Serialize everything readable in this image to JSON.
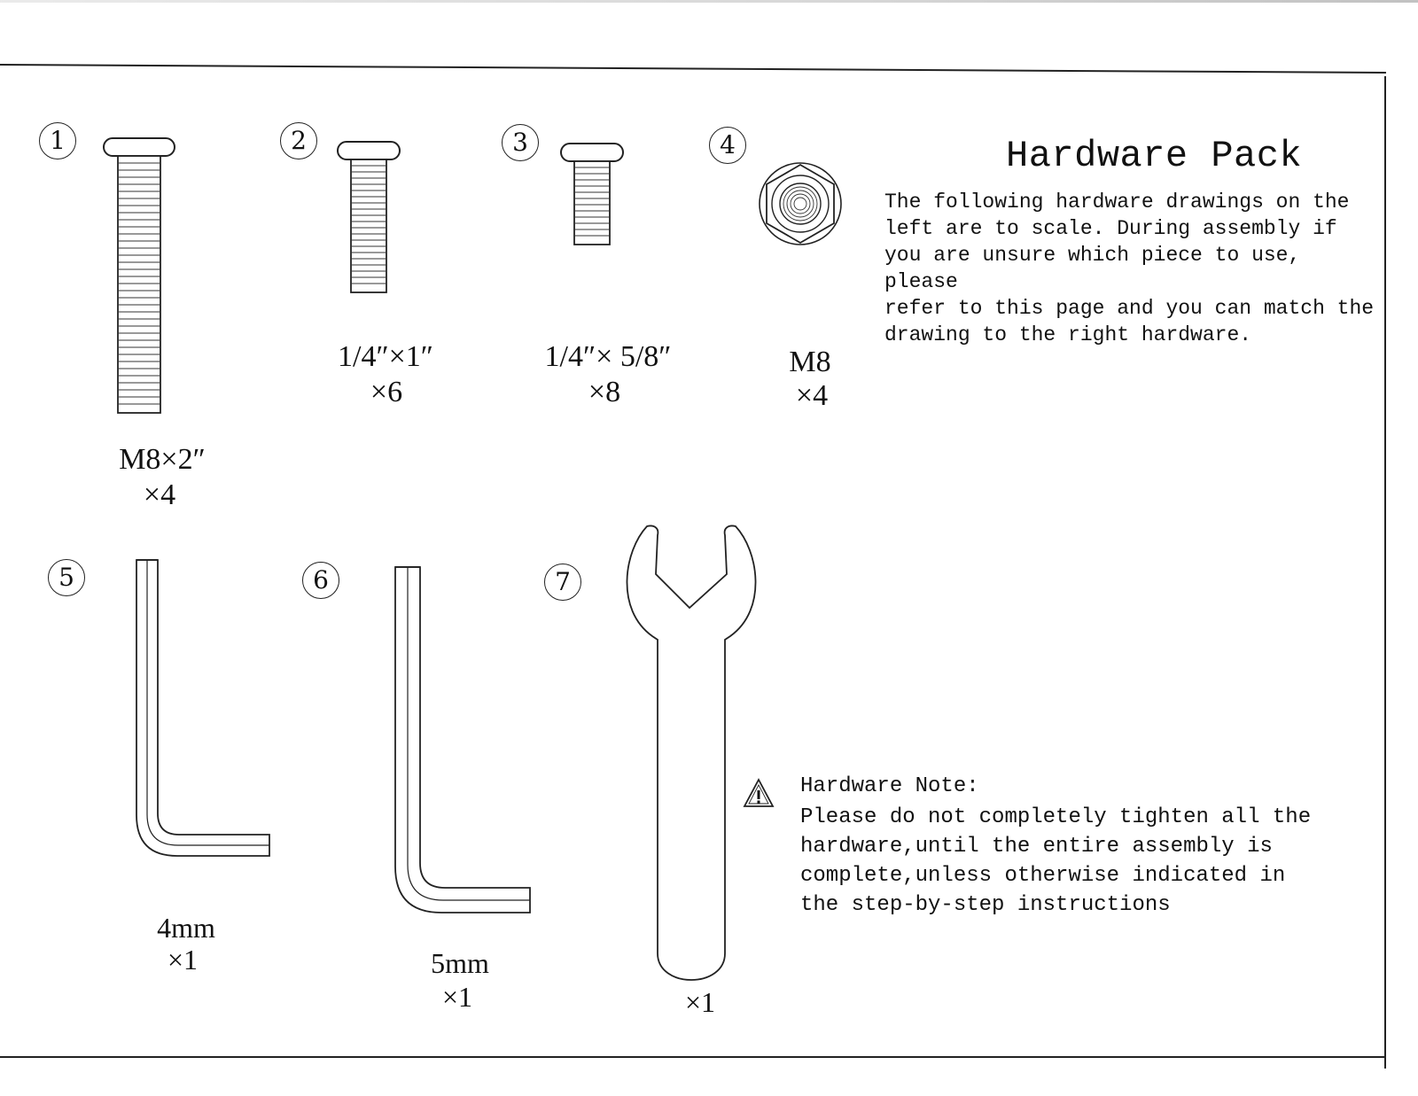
{
  "hardware_pack": {
    "title": "Hardware Pack",
    "description": "The following hardware drawings on the\nleft are to scale. During assembly if\nyou are unsure which piece to use, please\nrefer to this page and you can match the\ndrawing to the right hardware."
  },
  "items": [
    {
      "number": "1",
      "name": "bolt-m8-2in",
      "size": "M8×2″",
      "qty": "×4"
    },
    {
      "number": "2",
      "name": "bolt-quarter-1in",
      "size": "1/4″×1″",
      "qty": "×6"
    },
    {
      "number": "3",
      "name": "bolt-quarter-5-8in",
      "size": "1/4″× 5/8″",
      "qty": "×8"
    },
    {
      "number": "4",
      "name": "lock-nut-m8",
      "size": "M8",
      "qty": "×4"
    },
    {
      "number": "5",
      "name": "allen-key-4mm",
      "size": "4mm",
      "qty": "×1"
    },
    {
      "number": "6",
      "name": "allen-key-5mm",
      "size": "5mm",
      "qty": "×1"
    },
    {
      "number": "7",
      "name": "wrench",
      "size": "",
      "qty": "×1"
    }
  ],
  "hardware_note": {
    "icon": "warning-triangle-icon",
    "title": "Hardware Note:",
    "body": "Please do not completely tighten all the\nhardware,until the entire assembly is\ncomplete,unless otherwise indicated in\nthe step-by-step instructions"
  }
}
